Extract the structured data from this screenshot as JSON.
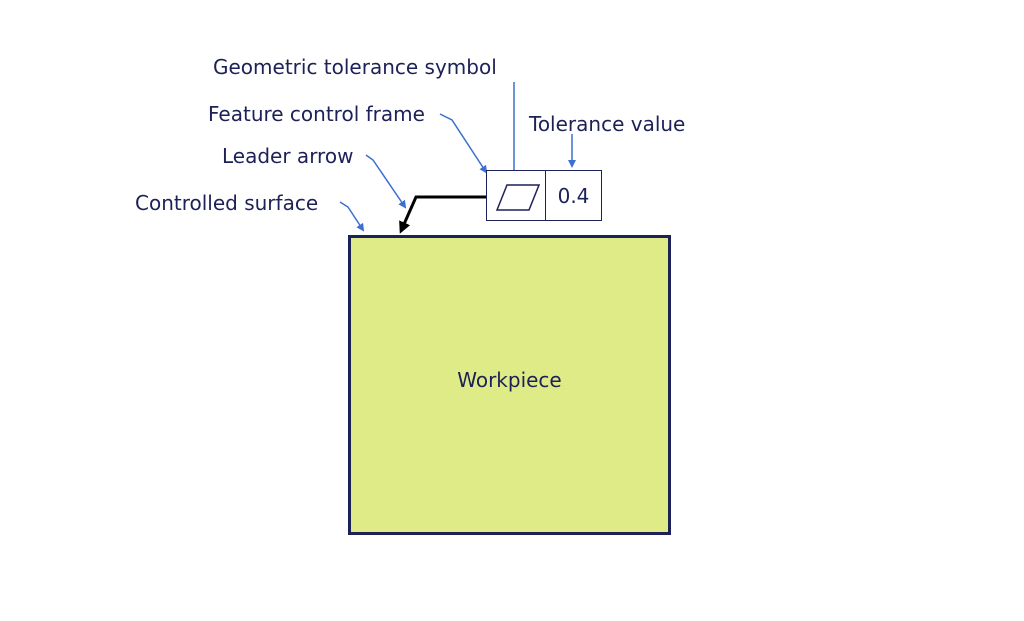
{
  "labels": {
    "geometric_tolerance_symbol": "Geometric tolerance symbol",
    "feature_control_frame": "Feature control frame",
    "tolerance_value": "Tolerance value",
    "leader_arrow": "Leader arrow",
    "controlled_surface": "Controlled surface"
  },
  "frame": {
    "symbol": "parallelogram-flatness-icon",
    "value": "0.4"
  },
  "workpiece": {
    "label": "Workpiece"
  },
  "colors": {
    "text": "#1c2157",
    "callout_arrow": "#3b6fd1",
    "workpiece_fill": "#deeb86",
    "leader": "#000000"
  }
}
